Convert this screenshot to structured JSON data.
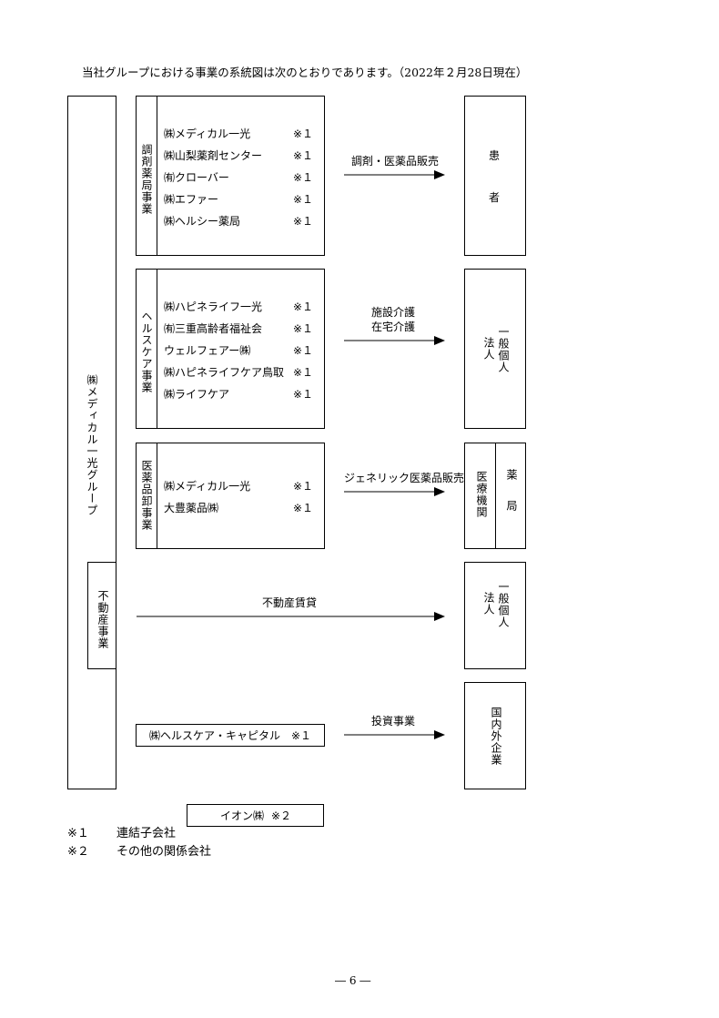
{
  "intro": "当社グループにおける事業の系統図は次のとおりであります。（2022年２月28日現在）",
  "group_label": "㈱メディカル一光グループ",
  "segments": [
    {
      "label": "調剤薬局事業",
      "companies": [
        {
          "name": "㈱メディカル一光",
          "mark": "※１"
        },
        {
          "name": "㈱山梨薬剤センター",
          "mark": "※１"
        },
        {
          "name": "㈲クローバー",
          "mark": "※１"
        },
        {
          "name": "㈱エファー",
          "mark": "※１"
        },
        {
          "name": "㈱ヘルシー薬局",
          "mark": "※１"
        }
      ],
      "arrow_label": [
        "調剤・医薬品販売"
      ],
      "target_lines": [
        "患",
        "者"
      ]
    },
    {
      "label": "ヘルスケア事業",
      "companies": [
        {
          "name": "㈱ハピネライフ一光",
          "mark": "※１"
        },
        {
          "name": "㈲三重高齢者福祉会",
          "mark": "※１"
        },
        {
          "name": "ウェルフェアー㈱",
          "mark": "※１"
        },
        {
          "name": "㈱ハピネライフケア鳥取",
          "mark": "※１"
        },
        {
          "name": "㈱ライフケア",
          "mark": "※１"
        }
      ],
      "arrow_label": [
        "施設介護",
        "在宅介護"
      ],
      "target_lines": [
        "一般個人",
        "法人"
      ]
    },
    {
      "label": "医薬品卸事業",
      "companies": [
        {
          "name": "㈱メディカル一光",
          "mark": "※１"
        },
        {
          "name": "大豊薬品㈱",
          "mark": "※１"
        }
      ],
      "arrow_label": [
        "ジェネリック医薬品販売"
      ],
      "target_lines": [
        "薬局",
        "医療機関"
      ]
    },
    {
      "label": "不動産事業",
      "companies": [],
      "arrow_label": [
        "不動産賃貸"
      ],
      "target_lines": [
        "一般個人",
        "法人"
      ]
    },
    {
      "label": "",
      "companies": [
        {
          "name": "㈱ヘルスケア・キャピタル",
          "mark": "※１"
        }
      ],
      "arrow_label": [
        "投資事業"
      ],
      "target_lines": [
        "国内外企業"
      ]
    }
  ],
  "parent": {
    "name": "イオン㈱",
    "mark": "※２"
  },
  "notes": [
    {
      "mark": "※１",
      "text": "連結子会社"
    },
    {
      "mark": "※２",
      "text": "その他の関係会社"
    }
  ],
  "page_number": "― 6 ―"
}
